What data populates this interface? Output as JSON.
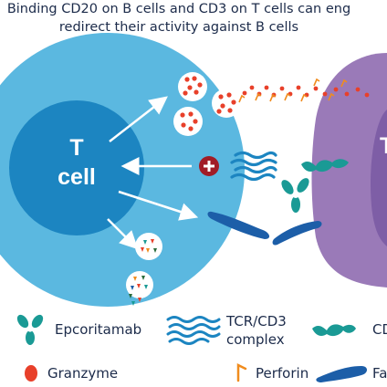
{
  "title": {
    "line1": "Binding CD20 on B cells and CD3 on T cells can eng",
    "line2": "redirect their activity against B cells"
  },
  "cell": {
    "label_line1": "T",
    "label_line2": "cell",
    "partner_label": "T"
  },
  "legend": {
    "epcoritamab": "Epcoritamab",
    "tcr_line1": "TCR/CD3",
    "tcr_line2": "complex",
    "cd_partial": "CD",
    "granzyme": "Granzyme",
    "perforin": "Perforin",
    "fa_partial": "Fa"
  },
  "colors": {
    "t_cell_outer": "#5bb8e0",
    "t_cell_nucleus": "#1c85c1",
    "b_cell": "#9a7ab8",
    "granzyme": "#e8402a",
    "perforin": "#f08c1e",
    "receptor": "#1a9a95",
    "fas": "#1c5ea8",
    "text": "#1c2b4a"
  },
  "icons": [
    "activation-plus-icon",
    "antibody-icon",
    "tcr-complex-icon",
    "cd20-icon",
    "granzyme-icon",
    "perforin-icon",
    "fas-ligand-icon"
  ]
}
